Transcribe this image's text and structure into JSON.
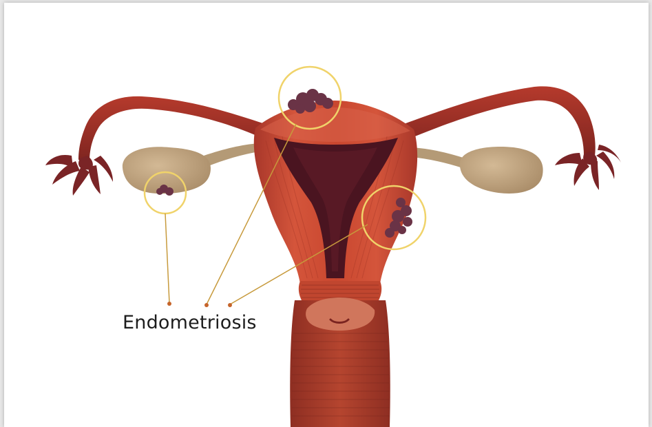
{
  "label": {
    "text": "Endometriosis"
  },
  "colors": {
    "uterus_wall": "#c2412c",
    "uterus_dark": "#8e2a1f",
    "tube": "#9e2f25",
    "fimbriae": "#7a2426",
    "ovary": "#bfa27d",
    "ovary_dark": "#a78a66",
    "cavity": "#4a1420",
    "lesion": "#6a3346",
    "highlight_circle": "#f0d36a",
    "leader_line": "#c79a3c"
  },
  "icons": [
    "uterus-illustration",
    "endometrial-lesion",
    "highlight-circle"
  ]
}
